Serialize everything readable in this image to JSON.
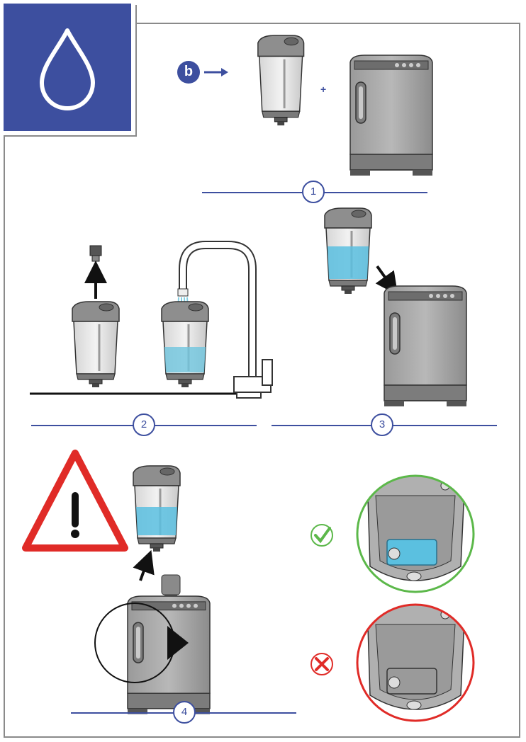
{
  "header": {
    "icon": "water-drop-icon",
    "part_label": "b",
    "plus_sign": "+",
    "badge_color": "#3d4f9f"
  },
  "steps": [
    {
      "number": "1"
    },
    {
      "number": "2"
    },
    {
      "number": "3"
    },
    {
      "number": "4"
    }
  ],
  "status": {
    "correct_icon": "check-icon",
    "wrong_icon": "cross-icon",
    "correct_color": "#5cb84a",
    "wrong_color": "#e02b27",
    "warning_color": "#e02b27",
    "water_color": "#6fc6de"
  }
}
